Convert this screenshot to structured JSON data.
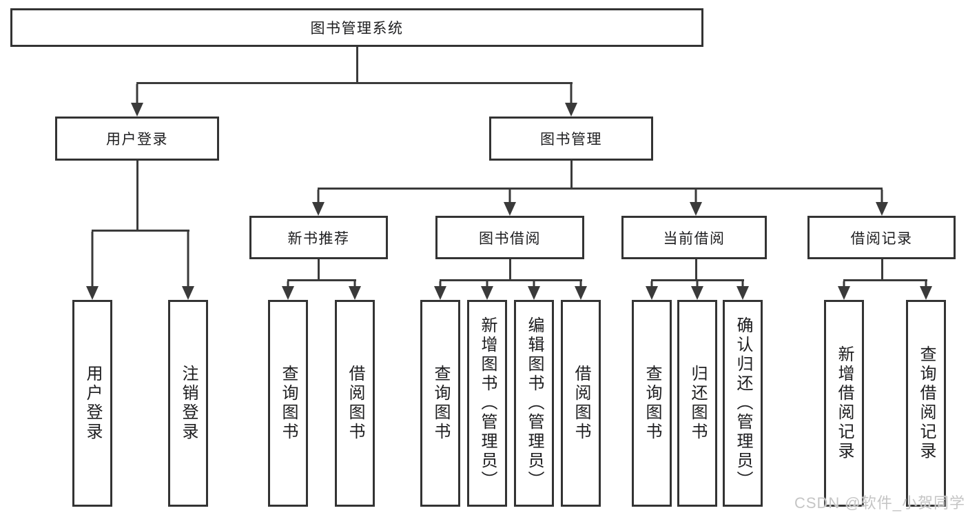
{
  "tree": {
    "root": {
      "label": "图书管理系统",
      "children": [
        {
          "label": "用户登录",
          "children": [
            {
              "label": "用户登录"
            },
            {
              "label": "注销登录"
            }
          ]
        },
        {
          "label": "图书管理",
          "children": [
            {
              "label": "新书推荐",
              "children": [
                {
                  "label": "查询图书"
                },
                {
                  "label": "借阅图书"
                }
              ]
            },
            {
              "label": "图书借阅",
              "children": [
                {
                  "label": "查询图书"
                },
                {
                  "label": "新增图书（管理员）"
                },
                {
                  "label": "编辑图书（管理员）"
                },
                {
                  "label": "借阅图书"
                }
              ]
            },
            {
              "label": "当前借阅",
              "children": [
                {
                  "label": "查询图书"
                },
                {
                  "label": "归还图书"
                },
                {
                  "label": "确认归还（管理员）"
                }
              ]
            },
            {
              "label": "借阅记录",
              "children": [
                {
                  "label": "新增借阅记录"
                },
                {
                  "label": "查询借阅记录"
                }
              ]
            }
          ]
        }
      ]
    }
  },
  "watermark": {
    "text": "CSDN @软件_小贺同学"
  },
  "colors": {
    "line": "#3a3a3a",
    "box_border": "#333333",
    "text": "#1d1d1f",
    "watermark": "#c5c5c5",
    "background": "#ffffff"
  }
}
